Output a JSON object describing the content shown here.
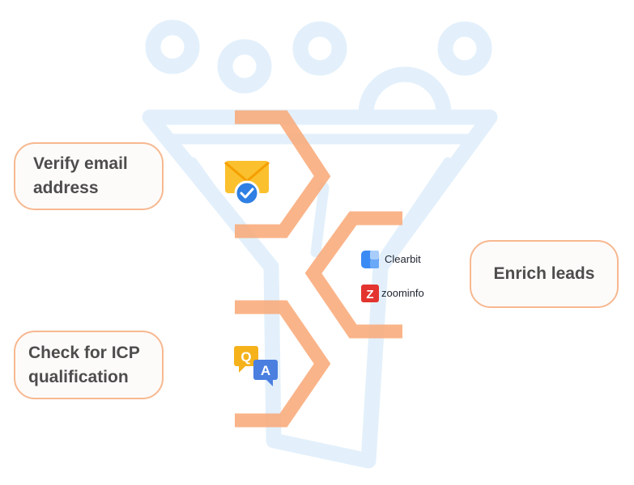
{
  "steps": {
    "verify": {
      "line1": "Verify email",
      "line2": "address"
    },
    "icp": {
      "line1": "Check for ICP",
      "line2": "qualification"
    },
    "enrich": {
      "label": "Enrich leads"
    }
  },
  "vendors": {
    "clearbit": "Clearbit",
    "zoominfo": "zoominfo"
  },
  "icons": {
    "qa_q": "Q",
    "qa_a": "A",
    "zoominfo_mark": "Z"
  },
  "colors": {
    "funnel": "#e3f0fb",
    "chevron": "#f9a774",
    "box_border": "#f7b890",
    "text": "#4d4d4d",
    "envelope": "#fbc02d",
    "check": "#2f7fe4",
    "clearbit": "#3b8bf5",
    "zoominfo": "#e3342f",
    "qa_q": "#f5b21b",
    "qa_a": "#4a7fe0"
  }
}
